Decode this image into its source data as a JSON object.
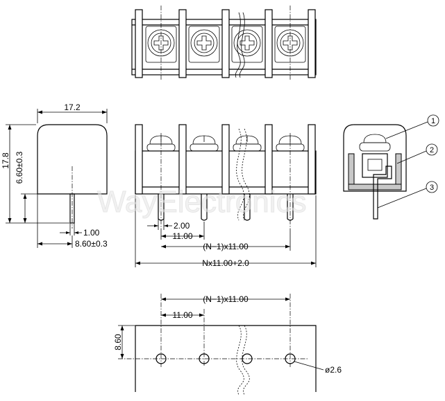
{
  "watermark": "WayElectronics",
  "side_view": {
    "width_label": "17.2",
    "height_label": "17.8",
    "pin_height_label": "6.60±0.3",
    "pin_width_label": "1.00",
    "pin_offset_label": "8.60±0.3"
  },
  "front_view": {
    "pin_label": "2.00",
    "pitch_label": "11.00",
    "span_label": "(N−1)x11.00",
    "total_label": "Nx11.00+2.0"
  },
  "section_view": {
    "callouts": [
      "1",
      "2",
      "3"
    ]
  },
  "footprint": {
    "span_label": "(N−1)x11.00",
    "pitch_label": "11.00",
    "row_label": "8.60",
    "hole_label": "ø2.6"
  }
}
